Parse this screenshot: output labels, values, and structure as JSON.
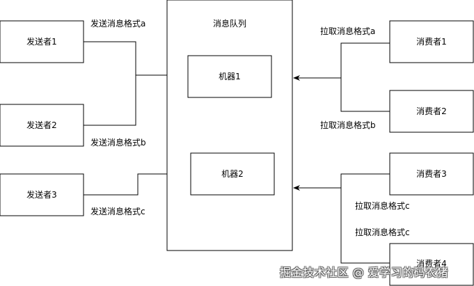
{
  "nodes": {
    "sender1": "发送者1",
    "sender2": "发送者2",
    "sender3": "发送者3",
    "queue": "消息队列",
    "machine1": "机器1",
    "machine2": "机器2",
    "consumer1": "消费者1",
    "consumer2": "消费者2",
    "consumer3": "消费者3",
    "consumer4": "消费者4"
  },
  "edge_labels": {
    "send_a": "发送消息格式a",
    "send_b": "发送消息格式b",
    "send_c": "发送消息格式c",
    "pull_a": "拉取消息格式a",
    "pull_b": "拉取消息格式b",
    "pull_c1": "拉取消息格式c",
    "pull_c2": "拉取消息格式c"
  },
  "watermark": "掘金技术社区 @ 爱学习的码农猪"
}
